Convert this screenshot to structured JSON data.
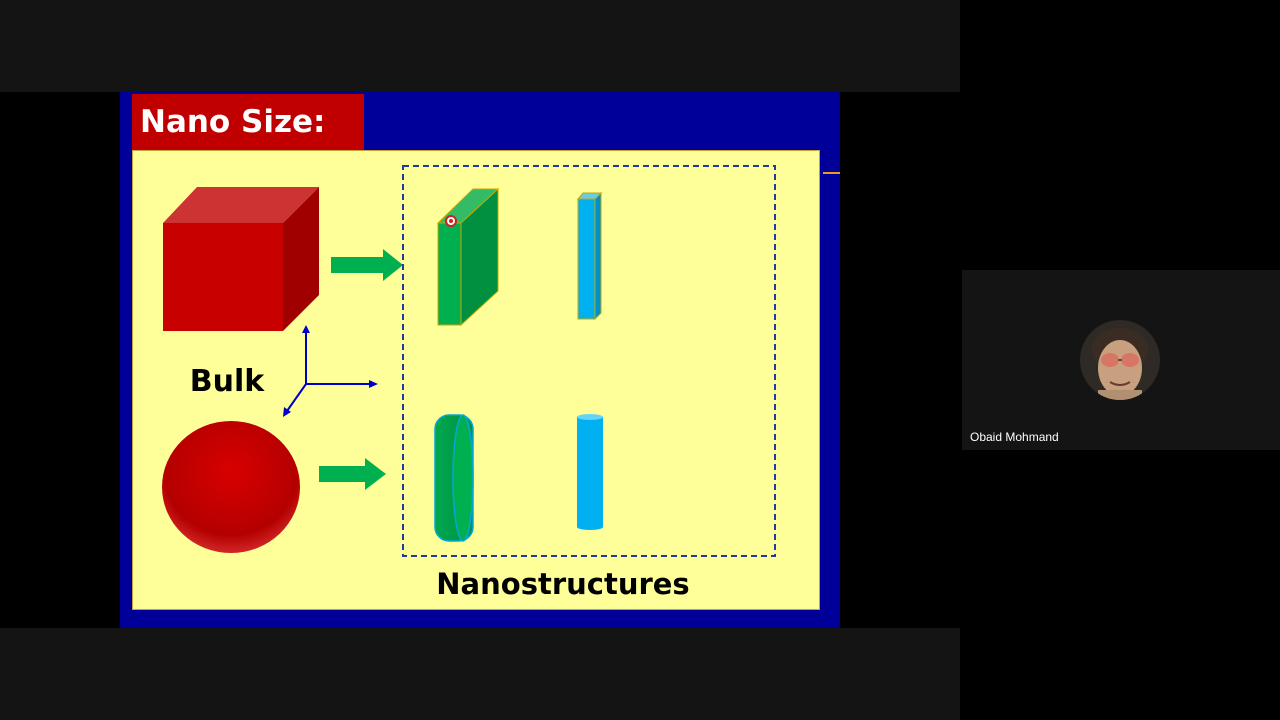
{
  "slide": {
    "title": "Nano Size:",
    "bulk_label": "Bulk",
    "nanostructures_label": "Nanostructures",
    "colors": {
      "slide_background": "#000099",
      "title_background": "#c00000",
      "panel_background": "#ffff99",
      "bulk_red": "#c00000",
      "arrow_green": "#00b050",
      "nano_green": "#00a04a",
      "nano_blue": "#00b0f0",
      "dashed_border": "#1f3aa0",
      "axis_blue": "#0000cc"
    }
  },
  "participant": {
    "name": "Obaid Mohmand",
    "icon": "participant-video-avatar"
  }
}
